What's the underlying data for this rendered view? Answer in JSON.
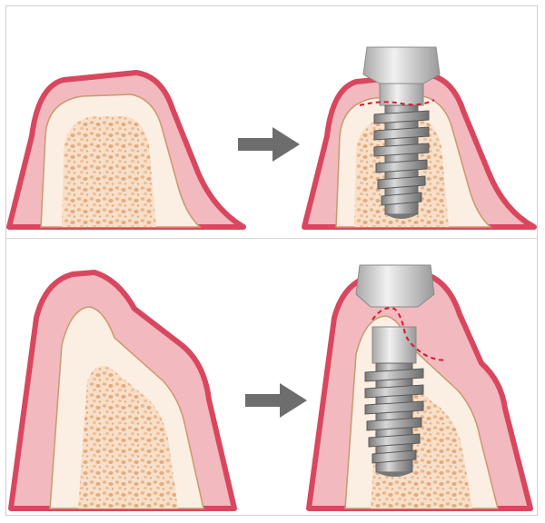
{
  "figure": {
    "panels": [
      {
        "id": "top-left",
        "description_visible": false
      },
      {
        "id": "top-right",
        "description_visible": false
      },
      {
        "id": "bottom-left",
        "description_visible": false
      },
      {
        "id": "bottom-right",
        "description_visible": false
      }
    ],
    "colors": {
      "gum": "#f2b9bf",
      "gum_edge": "#d9475f",
      "bone_shell": "#fbeee3",
      "bone_edge": "#c89a6e",
      "spongy": "#f5d9bf",
      "spongy_dot": "#e8b48a",
      "arrow": "#6d6d6d",
      "implant": "#8c8c8c",
      "implant_light": "#cfcfcf",
      "dashed": "#d11a2a"
    },
    "icons": [
      "arrow-right-icon",
      "arrow-right-icon"
    ]
  }
}
